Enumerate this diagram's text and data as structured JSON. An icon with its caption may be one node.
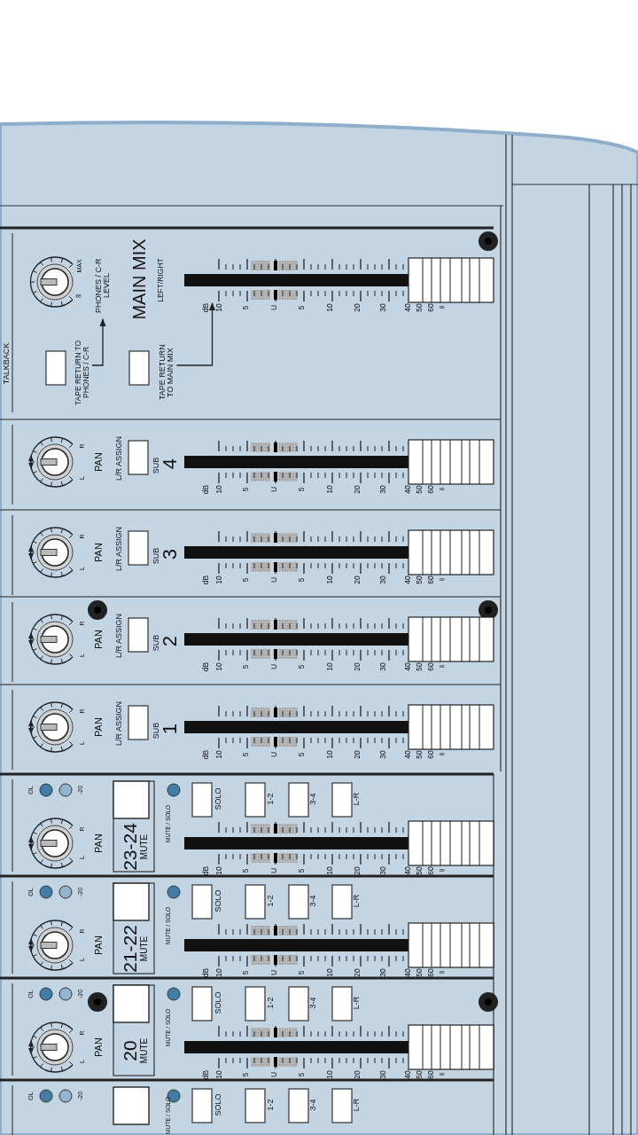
{
  "diagram": {
    "nodes": [
      {
        "text": [
          "TAPE RETURN TO PHONES / C-R"
        ]
      },
      {
        "text": [
          "PHONES / C-R LEVEL"
        ]
      },
      {
        "text": [
          "TAPE RETURN TO MAIN MIX"
        ]
      },
      {
        "text": [],
        "shape": "picture"
      }
    ],
    "edges": [
      {
        "from": 0,
        "to": 1,
        "arrow": "to"
      },
      {
        "from": 2,
        "to": 3,
        "arrow": "to"
      }
    ],
    "labels": [
      "TALKBACK",
      "MAX",
      "∞",
      "MAIN MIX",
      "LEFT/RIGHT",
      "dB",
      "10",
      "5",
      "U",
      "5",
      "10",
      "20",
      "30",
      "40",
      "50",
      "60",
      "∞",
      "R",
      "L",
      "PAN",
      "L/R ASSIGN",
      "SUB",
      "4",
      "dB",
      "10",
      "5",
      "U",
      "5",
      "10",
      "20",
      "30",
      "40",
      "50",
      "60",
      "∞",
      "R",
      "L",
      "PAN",
      "L/R ASSIGN",
      "SUB",
      "3",
      "dB",
      "10",
      "5",
      "U",
      "5",
      "10",
      "20",
      "30",
      "40",
      "50",
      "60",
      "∞",
      "R",
      "L",
      "PAN",
      "L/R ASSIGN",
      "SUB",
      "2",
      "dB",
      "10",
      "5",
      "U",
      "5",
      "10",
      "20",
      "30",
      "40",
      "50",
      "60",
      "∞",
      "R",
      "L",
      "PAN",
      "L/R ASSIGN",
      "SUB",
      "1",
      "dB",
      "10",
      "5",
      "U",
      "5",
      "10",
      "20",
      "30",
      "40",
      "50",
      "60",
      "∞",
      "OL",
      "-20",
      "R",
      "L",
      "PAN",
      "23-24",
      "MUTE",
      "MUTE / SOLO",
      "SOLO",
      "1-2",
      "3-4",
      "L-R",
      "dB",
      "10",
      "5",
      "U",
      "5",
      "10",
      "20",
      "30",
      "40",
      "50",
      "60",
      "∞",
      "OL",
      "-20",
      "R",
      "L",
      "PAN",
      "21-22",
      "MUTE",
      "MUTE / SOLO",
      "SOLO",
      "1-2",
      "3-4",
      "L-R",
      "dB",
      "10",
      "5",
      "U",
      "5",
      "10",
      "20",
      "30",
      "40",
      "50",
      "60",
      "∞",
      "OL",
      "-20",
      "R",
      "L",
      "PAN",
      "20",
      "MUTE",
      "MUTE / SOLO",
      "SOLO",
      "1-2",
      "3-4",
      "L-R",
      "dB",
      "10",
      "5",
      "U",
      "5",
      "10",
      "20",
      "30",
      "40",
      "50",
      "60",
      "∞",
      "OL",
      "-20",
      "MUTE / SOLO",
      "SOLO",
      "1-2",
      "3-4",
      "L-R"
    ]
  }
}
